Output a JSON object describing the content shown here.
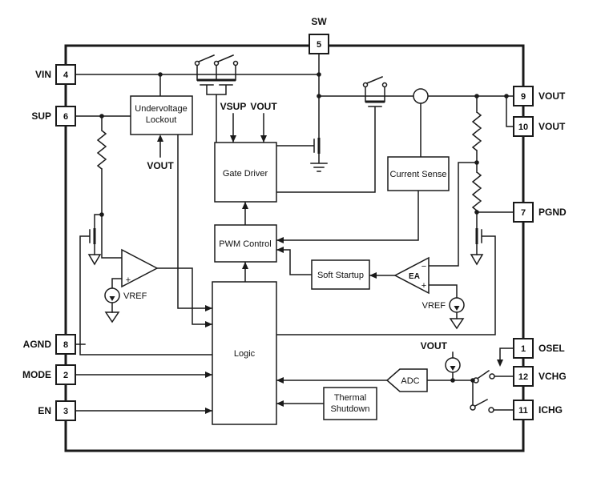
{
  "pins": {
    "sw": {
      "num": "5",
      "name": "SW"
    },
    "vin": {
      "num": "4",
      "name": "VIN"
    },
    "sup": {
      "num": "6",
      "name": "SUP"
    },
    "agnd": {
      "num": "8",
      "name": "AGND"
    },
    "mode": {
      "num": "2",
      "name": "MODE"
    },
    "en": {
      "num": "3",
      "name": "EN"
    },
    "vout9": {
      "num": "9",
      "name": "VOUT"
    },
    "vout10": {
      "num": "10",
      "name": "VOUT"
    },
    "pgnd": {
      "num": "7",
      "name": "PGND"
    },
    "osel": {
      "num": "1",
      "name": "OSEL"
    },
    "vchg": {
      "num": "12",
      "name": "VCHG"
    },
    "ichg": {
      "num": "11",
      "name": "ICHG"
    }
  },
  "blocks": {
    "uvlo_line1": "Undervoltage",
    "uvlo_line2": "Lockout",
    "gate_driver": "Gate Driver",
    "pwm": "PWM Control",
    "current_sense": "Current Sense",
    "soft_startup": "Soft Startup",
    "logic": "Logic",
    "thermal_line1": "Thermal",
    "thermal_line2": "Shutdown",
    "adc": "ADC"
  },
  "labels": {
    "vsup": "VSUP",
    "vout_gate_driver": "VOUT",
    "vout_uvlo": "VOUT",
    "vref_comparator": "VREF",
    "vref_ea": "VREF",
    "vout_source": "VOUT",
    "ea": "EA",
    "minus": "−",
    "plus": "+",
    "cmp_plus": "+"
  },
  "colors": {
    "line": "#1a1a1a",
    "background": "#ffffff"
  }
}
